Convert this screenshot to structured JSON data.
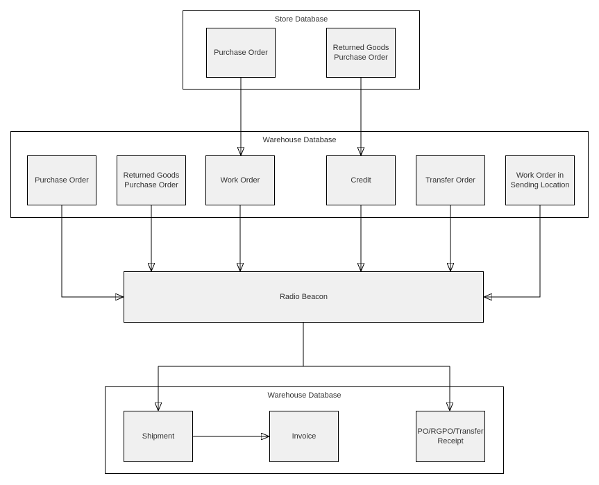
{
  "colors": {
    "canvas": "#ffffff",
    "node_fill": "#f0f0f0",
    "stroke": "#000000",
    "text": "#333333"
  },
  "containers": {
    "store": {
      "label": "Store Database"
    },
    "warehouse": {
      "label": "Warehouse Database"
    },
    "warehouse_bottom": {
      "label": "Warehouse Database"
    }
  },
  "nodes": {
    "store_po": {
      "label": "Purchase Order"
    },
    "store_rgpo": {
      "label": "Returned Goods Purchase Order"
    },
    "wh_po": {
      "label": "Purchase Order"
    },
    "wh_rgpo": {
      "label": "Returned Goods Purchase Order"
    },
    "wh_wo": {
      "label": "Work Order"
    },
    "wh_credit": {
      "label": "Credit"
    },
    "wh_to": {
      "label": "Transfer Order"
    },
    "wh_wosl": {
      "label": "Work Order in Sending Location"
    },
    "radio_beacon": {
      "label": "Radio Beacon"
    },
    "shipment": {
      "label": "Shipment"
    },
    "invoice": {
      "label": "Invoice"
    },
    "receipt": {
      "label": "PO/RGPO/Transfer Receipt"
    }
  },
  "edges": [
    {
      "from": "store_po",
      "to": "wh_wo"
    },
    {
      "from": "store_rgpo",
      "to": "wh_credit"
    },
    {
      "from": "wh_po",
      "to": "radio_beacon"
    },
    {
      "from": "wh_rgpo",
      "to": "radio_beacon"
    },
    {
      "from": "wh_wo",
      "to": "radio_beacon"
    },
    {
      "from": "wh_credit",
      "to": "radio_beacon"
    },
    {
      "from": "wh_to",
      "to": "radio_beacon"
    },
    {
      "from": "wh_wosl",
      "to": "radio_beacon"
    },
    {
      "from": "radio_beacon",
      "to": "shipment"
    },
    {
      "from": "radio_beacon",
      "to": "receipt"
    },
    {
      "from": "shipment",
      "to": "invoice"
    }
  ]
}
